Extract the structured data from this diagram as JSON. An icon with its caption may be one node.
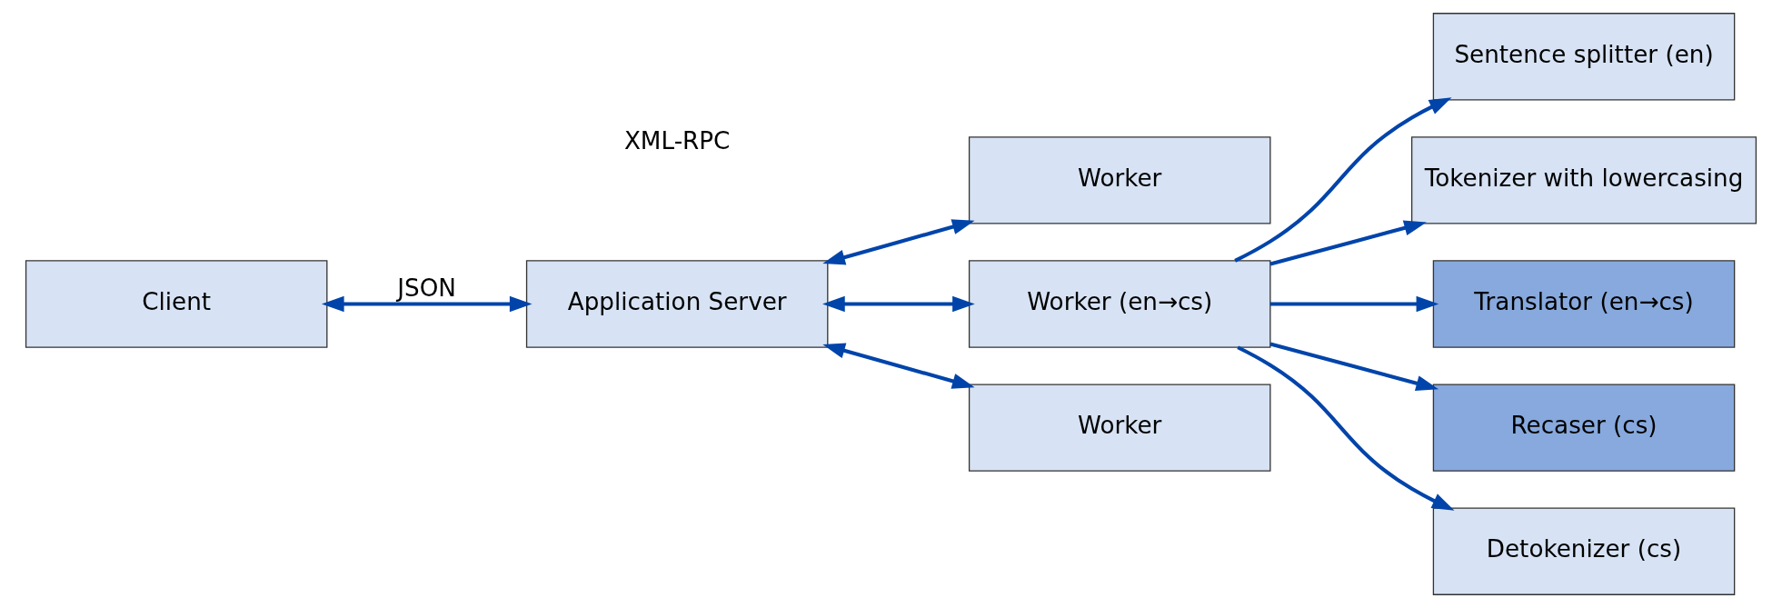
{
  "diagram": {
    "nodes": [
      {
        "text": [
          "Client"
        ]
      },
      {
        "text": [
          "Application Server"
        ]
      },
      {
        "text": [
          "Worker"
        ]
      },
      {
        "text": [
          "Worker (en→cs)"
        ]
      },
      {
        "text": [
          "Worker"
        ]
      },
      {
        "text": [
          "Sentence splitter (en)"
        ]
      },
      {
        "text": [
          "Tokenizer with lowercasing"
        ]
      },
      {
        "text": [
          "Translator (en→cs)"
        ]
      },
      {
        "text": [
          "Recaser (cs)"
        ]
      },
      {
        "text": [
          "Detokenizer (cs)"
        ]
      }
    ],
    "edges": [
      {
        "from": 0,
        "to": 1,
        "arrow": "both",
        "label": "JSON"
      },
      {
        "from": 1,
        "to": 2,
        "arrow": "both"
      },
      {
        "from": 1,
        "to": 3,
        "arrow": "both"
      },
      {
        "from": 1,
        "to": 4,
        "arrow": "both"
      },
      {
        "from": 3,
        "to": 5,
        "arrow": "to"
      },
      {
        "from": 3,
        "to": 6,
        "arrow": "to"
      },
      {
        "from": 3,
        "to": 7,
        "arrow": "to"
      },
      {
        "from": 3,
        "to": 8,
        "arrow": "to"
      },
      {
        "from": 3,
        "to": 9,
        "arrow": "to"
      }
    ],
    "labels": [
      "XML-RPC"
    ]
  }
}
